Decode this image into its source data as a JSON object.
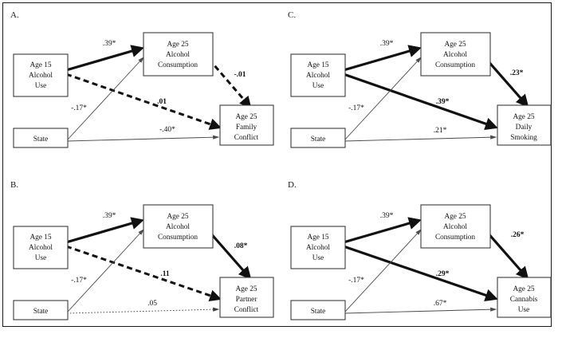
{
  "figure": {
    "type": "path-diagram-panel-grid",
    "panel_count": 4,
    "frame_color": "#1a1a1a",
    "background": "#ffffff"
  },
  "chart_data": {
    "type": "diagram",
    "title": "",
    "panels": [
      {
        "label": "A.",
        "nodes": [
          {
            "id": "a15",
            "text_lines": [
              "Age 15",
              "Alcohol",
              "Use"
            ]
          },
          {
            "id": "state",
            "text_lines": [
              "State"
            ]
          },
          {
            "id": "alc",
            "text_lines": [
              "Age 25",
              "Alcohol",
              "Consumption"
            ]
          },
          {
            "id": "out",
            "text_lines": [
              "Age 25",
              "Family",
              "Conflict"
            ]
          }
        ],
        "edges": [
          {
            "from": "a15",
            "to": "alc",
            "coef": ".39*",
            "style": "thick",
            "bold": false
          },
          {
            "from": "a15",
            "to": "out",
            "coef": ".01",
            "style": "dashed",
            "bold": true
          },
          {
            "from": "alc",
            "to": "out",
            "coef": "-.01",
            "style": "dashed",
            "bold": true
          },
          {
            "from": "state",
            "to": "alc",
            "coef": "-.17*",
            "style": "thin",
            "bold": false
          },
          {
            "from": "state",
            "to": "out",
            "coef": "-.40*",
            "style": "thin",
            "bold": false
          }
        ]
      },
      {
        "label": "B.",
        "nodes": [
          {
            "id": "a15",
            "text_lines": [
              "Age 15",
              "Alcohol",
              "Use"
            ]
          },
          {
            "id": "state",
            "text_lines": [
              "State"
            ]
          },
          {
            "id": "alc",
            "text_lines": [
              "Age 25",
              "Alcohol",
              "Consumption"
            ]
          },
          {
            "id": "out",
            "text_lines": [
              "Age 25",
              "Partner",
              "Conflict"
            ]
          }
        ],
        "edges": [
          {
            "from": "a15",
            "to": "alc",
            "coef": ".39*",
            "style": "thick",
            "bold": false
          },
          {
            "from": "a15",
            "to": "out",
            "coef": ".11",
            "style": "dashed",
            "bold": true
          },
          {
            "from": "alc",
            "to": "out",
            "coef": ".08*",
            "style": "thick",
            "bold": true
          },
          {
            "from": "state",
            "to": "alc",
            "coef": "-.17*",
            "style": "thin",
            "bold": false
          },
          {
            "from": "state",
            "to": "out",
            "coef": ".05",
            "style": "dotted",
            "bold": false
          }
        ]
      },
      {
        "label": "C.",
        "nodes": [
          {
            "id": "a15",
            "text_lines": [
              "Age 15",
              "Alcohol",
              "Use"
            ]
          },
          {
            "id": "state",
            "text_lines": [
              "State"
            ]
          },
          {
            "id": "alc",
            "text_lines": [
              "Age 25",
              "Alcohol",
              "Consumption"
            ]
          },
          {
            "id": "out",
            "text_lines": [
              "Age 25",
              "Daily",
              "Smoking"
            ]
          }
        ],
        "edges": [
          {
            "from": "a15",
            "to": "alc",
            "coef": ".39*",
            "style": "thick",
            "bold": false
          },
          {
            "from": "a15",
            "to": "out",
            "coef": ".39*",
            "style": "thick",
            "bold": true
          },
          {
            "from": "alc",
            "to": "out",
            "coef": ".23*",
            "style": "thick",
            "bold": true
          },
          {
            "from": "state",
            "to": "alc",
            "coef": "-.17*",
            "style": "thin",
            "bold": false
          },
          {
            "from": "state",
            "to": "out",
            "coef": ".21*",
            "style": "thin",
            "bold": false
          }
        ]
      },
      {
        "label": "D.",
        "nodes": [
          {
            "id": "a15",
            "text_lines": [
              "Age 15",
              "Alcohol",
              "Use"
            ]
          },
          {
            "id": "state",
            "text_lines": [
              "State"
            ]
          },
          {
            "id": "alc",
            "text_lines": [
              "Age 25",
              "Alcohol",
              "Consumption"
            ]
          },
          {
            "id": "out",
            "text_lines": [
              "Age 25",
              "Cannabis",
              "Use"
            ]
          }
        ],
        "edges": [
          {
            "from": "a15",
            "to": "alc",
            "coef": ".39*",
            "style": "thick",
            "bold": false
          },
          {
            "from": "a15",
            "to": "out",
            "coef": ".29*",
            "style": "thick",
            "bold": true
          },
          {
            "from": "alc",
            "to": "out",
            "coef": ".26*",
            "style": "thick",
            "bold": true
          },
          {
            "from": "state",
            "to": "alc",
            "coef": "-.17*",
            "style": "thin",
            "bold": false
          },
          {
            "from": "state",
            "to": "out",
            "coef": ".67*",
            "style": "thin",
            "bold": false
          }
        ]
      }
    ]
  },
  "panelA": {
    "label": "A.",
    "node_a15": {
      "l1": "Age 15",
      "l2": "Alcohol",
      "l3": "Use"
    },
    "node_state": {
      "l1": "State"
    },
    "node_alc": {
      "l1": "Age 25",
      "l2": "Alcohol",
      "l3": "Consumption"
    },
    "node_out": {
      "l1": "Age 25",
      "l2": "Family",
      "l3": "Conflict"
    },
    "coef_a15_alc": ".39*",
    "coef_a15_out": ".01",
    "coef_alc_out": "-.01",
    "coef_state_alc": "-.17*",
    "coef_state_out": "-.40*"
  },
  "panelB": {
    "label": "B.",
    "node_a15": {
      "l1": "Age 15",
      "l2": "Alcohol",
      "l3": "Use"
    },
    "node_state": {
      "l1": "State"
    },
    "node_alc": {
      "l1": "Age 25",
      "l2": "Alcohol",
      "l3": "Consumption"
    },
    "node_out": {
      "l1": "Age 25",
      "l2": "Partner",
      "l3": "Conflict"
    },
    "coef_a15_alc": ".39*",
    "coef_a15_out": ".11",
    "coef_alc_out": ".08*",
    "coef_state_alc": "-.17*",
    "coef_state_out": ".05"
  },
  "panelC": {
    "label": "C.",
    "node_a15": {
      "l1": "Age 15",
      "l2": "Alcohol",
      "l3": "Use"
    },
    "node_state": {
      "l1": "State"
    },
    "node_alc": {
      "l1": "Age 25",
      "l2": "Alcohol",
      "l3": "Consumption"
    },
    "node_out": {
      "l1": "Age 25",
      "l2": "Daily",
      "l3": "Smoking"
    },
    "coef_a15_alc": ".39*",
    "coef_a15_out": ".39*",
    "coef_alc_out": ".23*",
    "coef_state_alc": "-.17*",
    "coef_state_out": ".21*"
  },
  "panelD": {
    "label": "D.",
    "node_a15": {
      "l1": "Age 15",
      "l2": "Alcohol",
      "l3": "Use"
    },
    "node_state": {
      "l1": "State"
    },
    "node_alc": {
      "l1": "Age 25",
      "l2": "Alcohol",
      "l3": "Consumption"
    },
    "node_out": {
      "l1": "Age 25",
      "l2": "Cannabis",
      "l3": "Use"
    },
    "coef_a15_alc": ".39*",
    "coef_a15_out": ".29*",
    "coef_alc_out": ".26*",
    "coef_state_alc": "-.17*",
    "coef_state_out": ".67*"
  }
}
